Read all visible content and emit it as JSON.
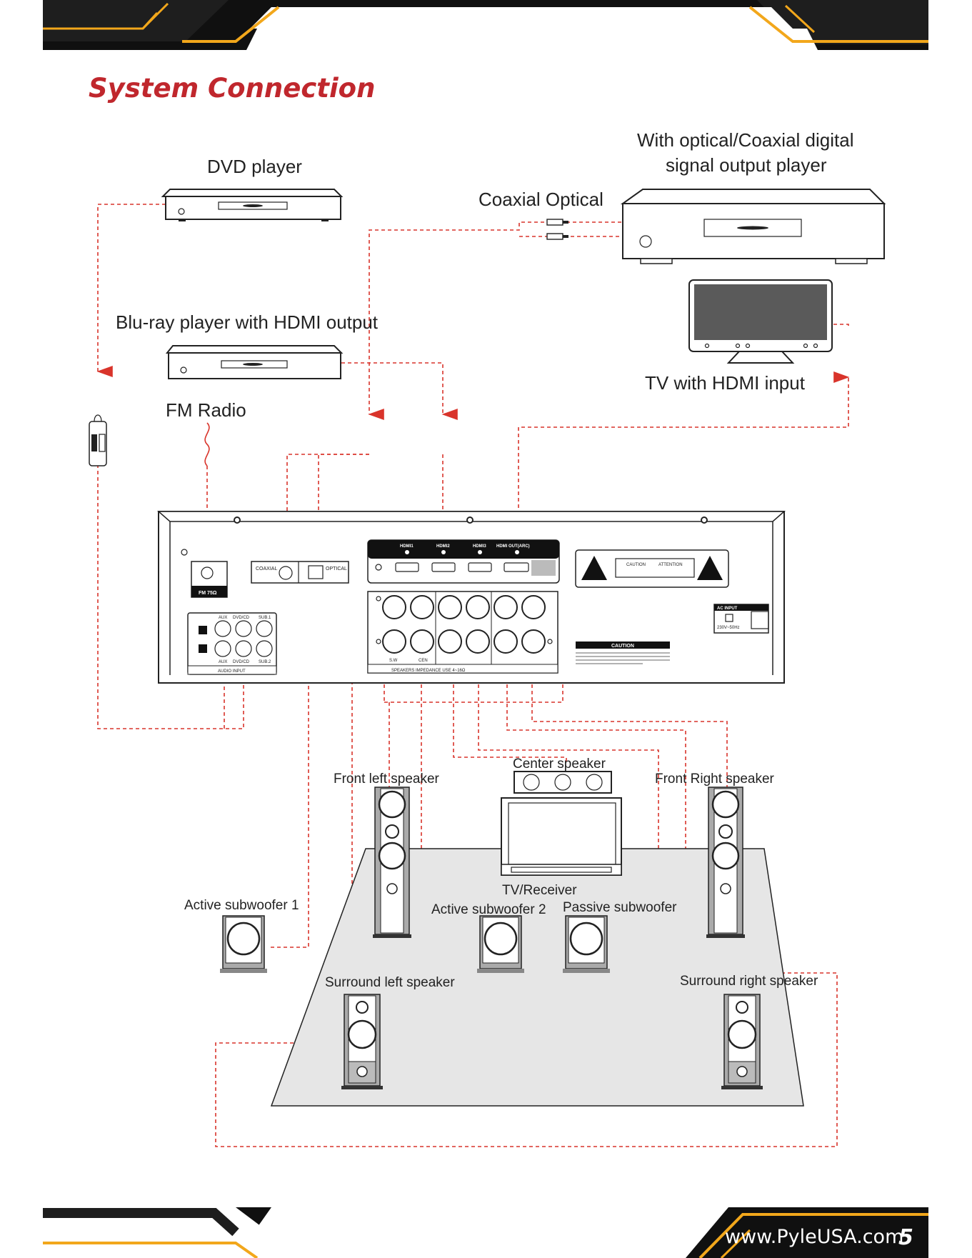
{
  "page": {
    "title": "System Connection",
    "footer_url": "www.PyleUSA.com",
    "page_number": "5"
  },
  "colors": {
    "accent_red": "#c0272d",
    "wire_red": "#d9342b",
    "band_black": "#101010",
    "stripe_gold": "#f2a71b",
    "floor_gray": "#e6e6e6"
  },
  "labels": {
    "dvd_player": "DVD player",
    "optical_player_line1": "With optical/Coaxial digital",
    "optical_player_line2": "signal output player",
    "coaxial_optical": "Coaxial Optical",
    "bluray_player": "Blu-ray player with HDMI output",
    "tv_hdmi": "TV with HDMI input",
    "fm_radio": "FM Radio",
    "center_speaker": "Center speaker",
    "front_left_speaker": "Front left speaker",
    "front_right_speaker": "Front Right speaker",
    "tv_receiver": "TV/Receiver",
    "active_subwoofer_1": "Active subwoofer 1",
    "active_subwoofer_2": "Active subwoofer 2",
    "passive_subwoofer": "Passive subwoofer",
    "surround_left_speaker": "Surround left speaker",
    "surround_right_speaker": "Surround right speaker"
  },
  "panel": {
    "hdmi1": "HDMI1",
    "hdmi2": "HDMI2",
    "hdmi3": "HDMI3",
    "hdmi_out": "HDMI OUT(ARC)",
    "coaxial": "COAXIAL",
    "optical": "OPTICAL",
    "fm": "FM 75Ω",
    "aux1": "AUX",
    "dvdcd1": "DVD/CD",
    "sub1": "SUB.1",
    "aux2": "AUX",
    "dvdcd2": "DVD/CD",
    "sub2": "SUB.2",
    "audio_input": "AUDIO INPUT",
    "speakers_impedance": "SPEAKERS IMPEDANCE USE 4~16Ω",
    "sw": "S.W",
    "cen": "CEN",
    "ac_input": "AC INPUT",
    "ac_voltage": "230V~50Hz",
    "caution": "CAUTION",
    "caution_small": "CAUTION",
    "attention_small": "ATTENTION"
  }
}
